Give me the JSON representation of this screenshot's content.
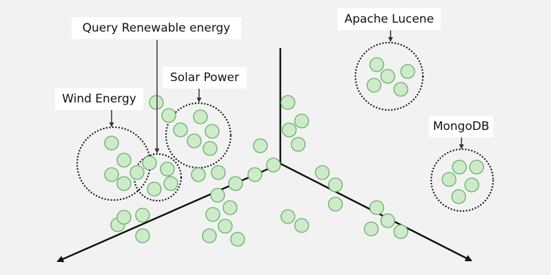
{
  "labels": {
    "query": "Query Renewable energy",
    "solar": "Solar Power",
    "wind": "Wind Energy",
    "apache": "Apache Lucene",
    "mongodb": "MongoDB"
  },
  "colors": {
    "background": "#f2f2f2",
    "point_fill": "#cfeacb",
    "point_stroke": "#5fae5f",
    "axis": "#111111"
  }
}
